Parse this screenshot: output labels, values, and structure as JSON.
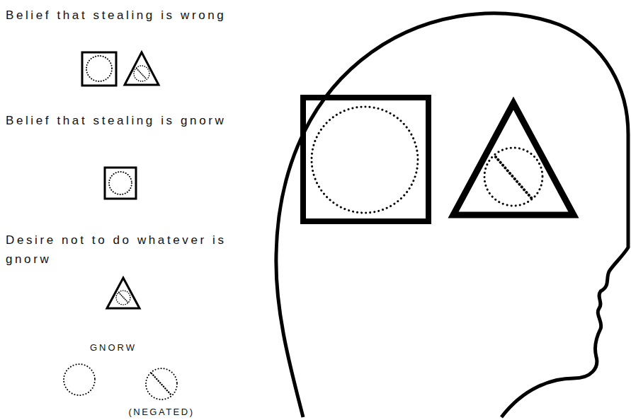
{
  "diagram": {
    "labels": [
      "Belief that stealing is wrong",
      "Belief that stealing is gnorw",
      "Desire not to do whatever is gnorw",
      "GNORW",
      "(NEGATED)"
    ]
  }
}
